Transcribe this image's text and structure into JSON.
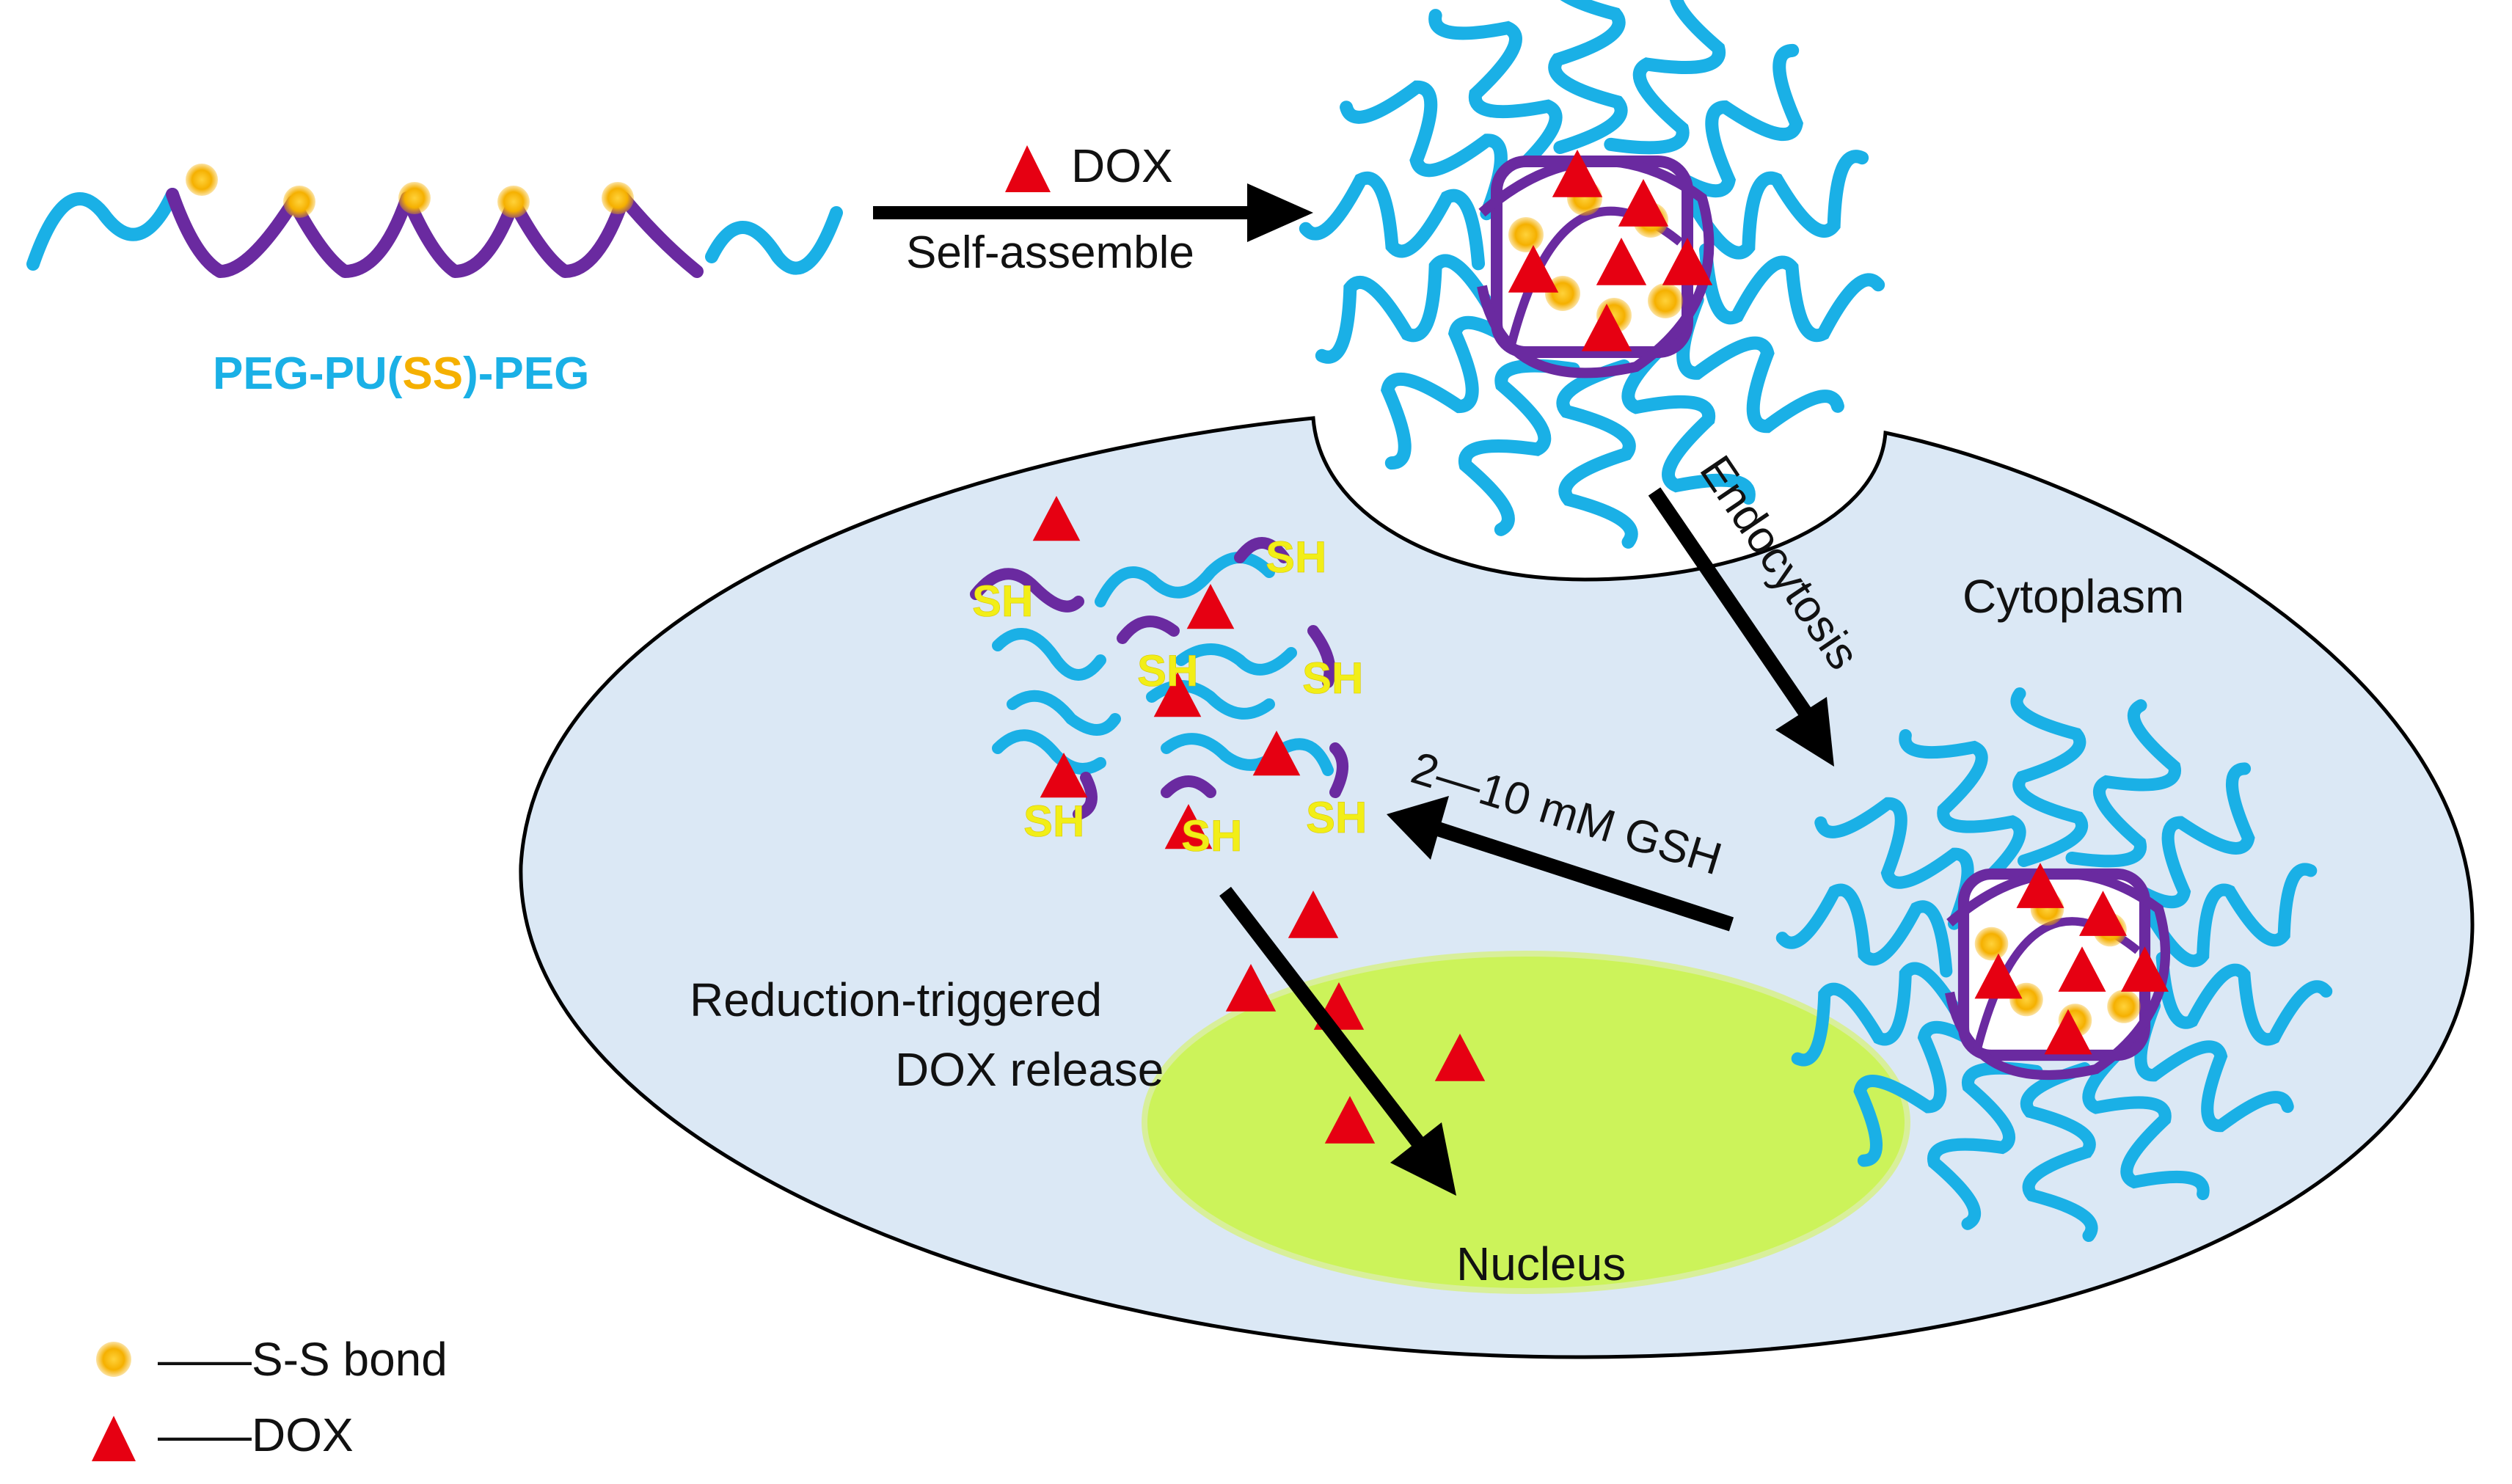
{
  "colors": {
    "peg": "#1ab0e6",
    "pu": "#6a2aa0",
    "ss_bond": "#f5b000",
    "dox": "#e60012",
    "cytoplasm_fill": "#dbe8f5",
    "nucleus_fill": "#ccf35a",
    "sh_text": "#f2ee17",
    "arrow": "#000000"
  },
  "polymer": {
    "label_parts": [
      {
        "text": "PEG-PU(",
        "color": "peg"
      },
      {
        "text": "SS",
        "color": "ss_bond"
      },
      {
        "text": ")-PEG",
        "color": "peg"
      }
    ],
    "label_p1": "PEG-PU(",
    "label_p2": "SS",
    "label_p3": ")-PEG"
  },
  "steps": {
    "add_drug": "DOX",
    "self_assemble": "Self-assemble",
    "endocytosis": "Endocytosis",
    "gsh": "2—10 mM GSH",
    "release_line1": "Reduction-triggered",
    "release_line2": "DOX release"
  },
  "regions": {
    "cytoplasm": "Cytoplasm",
    "nucleus": "Nucleus"
  },
  "thiol_label": "SH",
  "legend": {
    "ss_bond": "——S-S bond",
    "dox": "——DOX"
  },
  "icons": [
    "ss-bond-icon",
    "dox-triangle-icon",
    "micelle-icon",
    "arrow-icon"
  ]
}
